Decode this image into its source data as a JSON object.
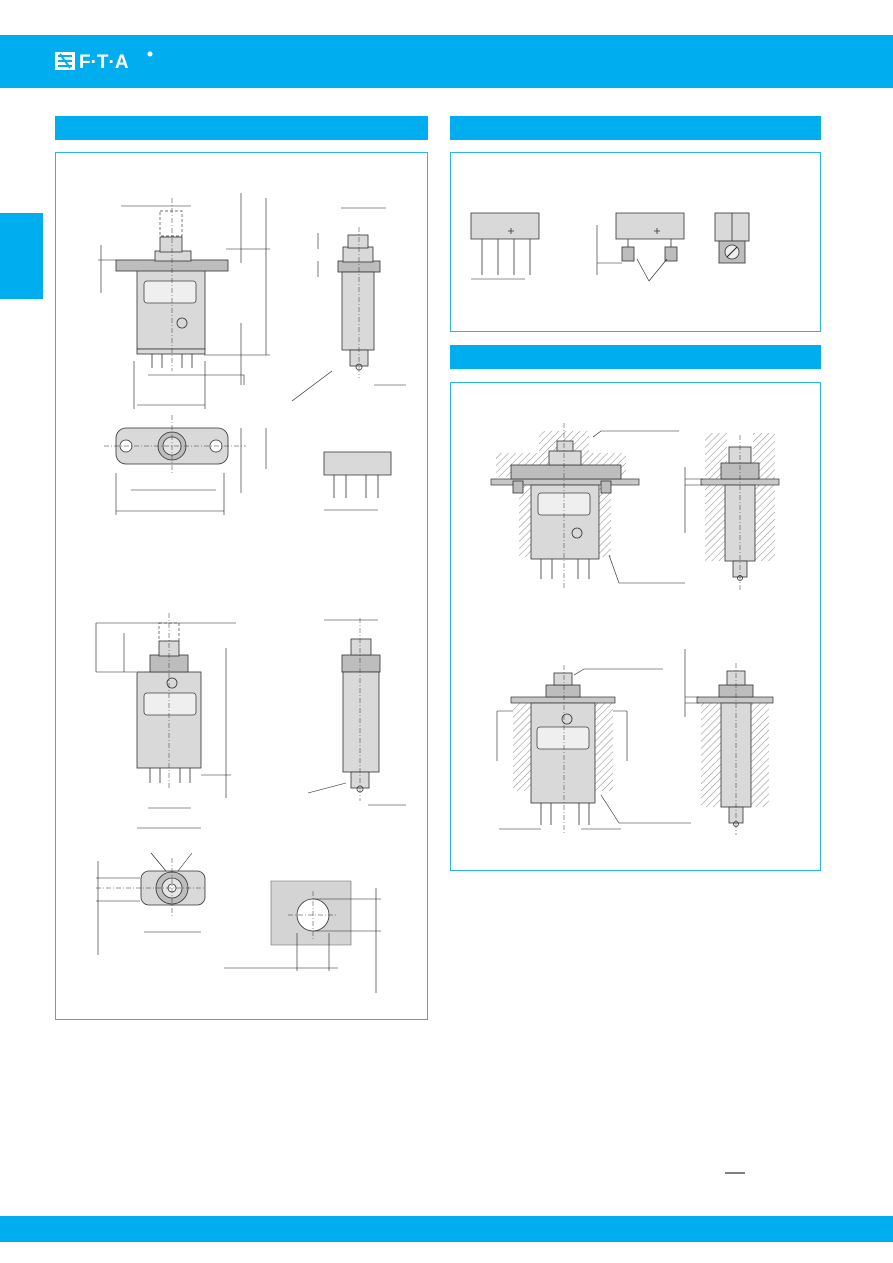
{
  "colors": {
    "brand_blue": "#00aeef",
    "panel_border": "#29b6e8",
    "line": "#333333",
    "body_fill": "#d9d9d9"
  },
  "header": {
    "logo_icon": "fta-logo-icon"
  },
  "sections": [
    {
      "id": "dimensions",
      "heading": ""
    },
    {
      "id": "terminals",
      "heading": ""
    },
    {
      "id": "mounting",
      "heading": ""
    }
  ],
  "footer": {
    "page_mark_icon": "page-mark-icon"
  }
}
